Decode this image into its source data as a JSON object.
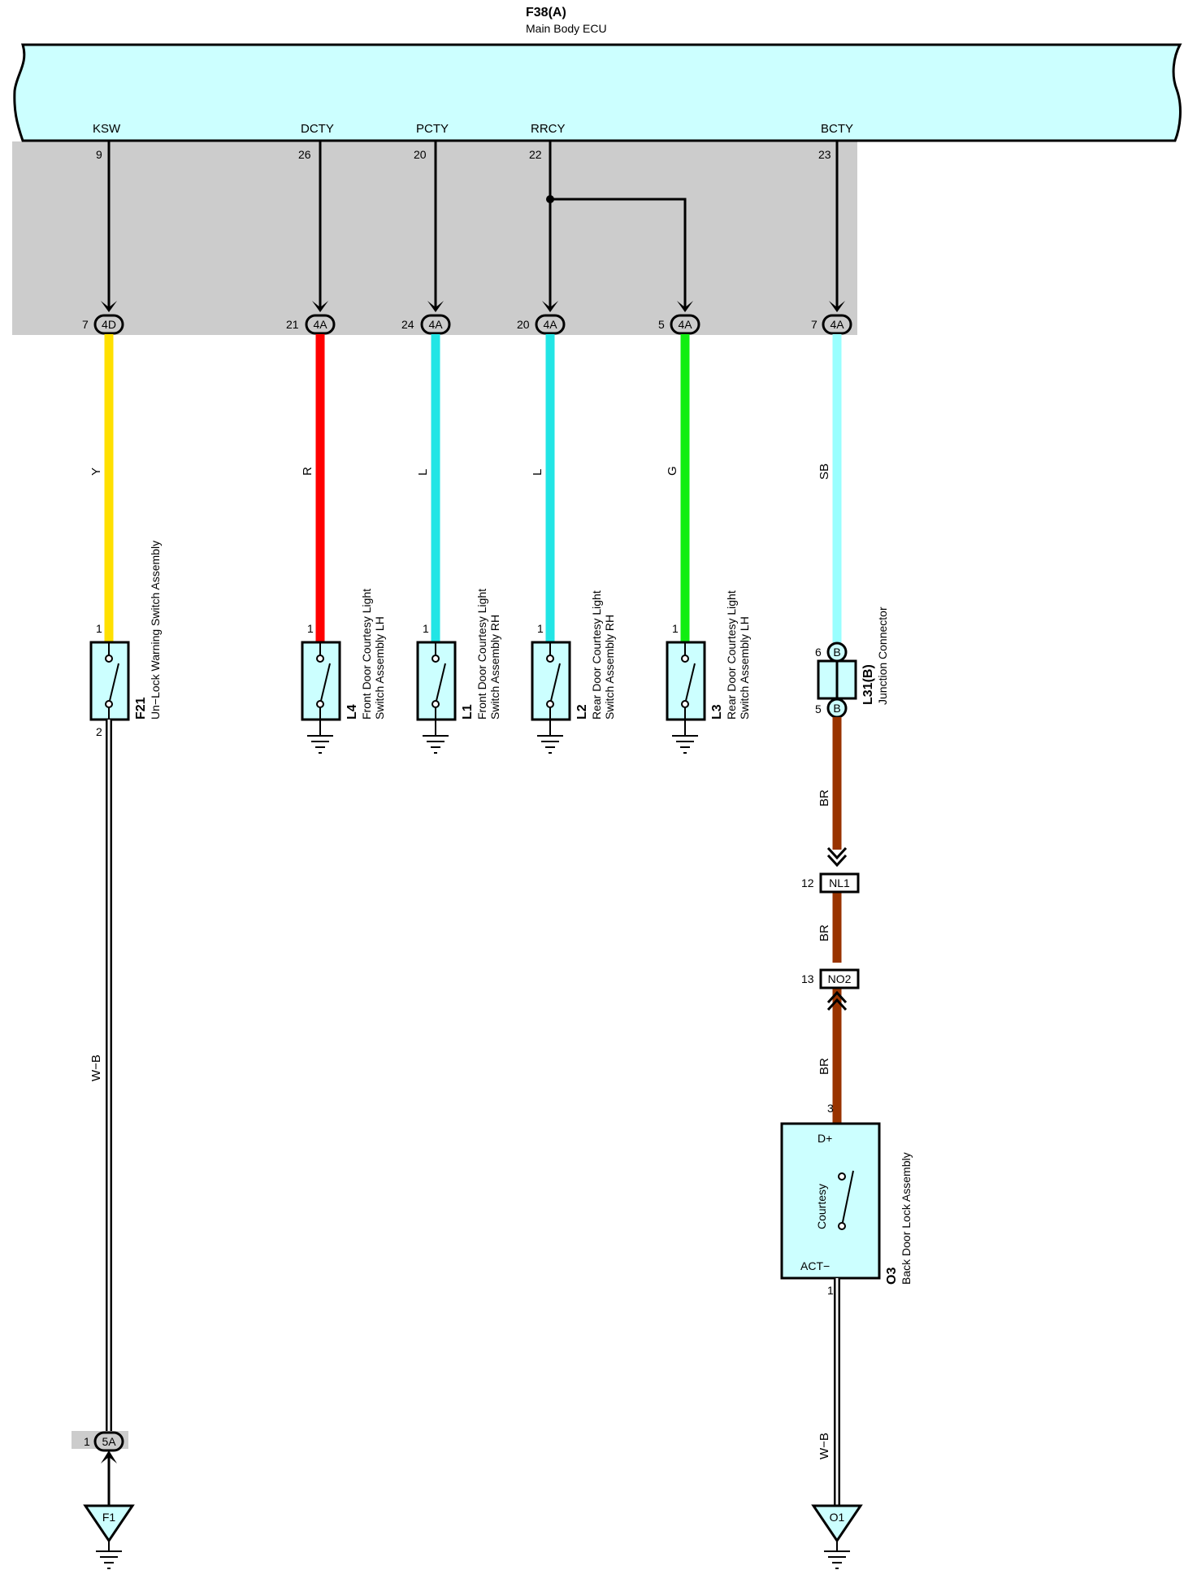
{
  "ecu": {
    "code": "F38(A)",
    "name": "Main Body ECU",
    "fill": "#ccffff"
  },
  "shade_color": "#cccccc",
  "pins": [
    {
      "signal": "KSW",
      "ecu_pin": "9",
      "conn_pin": "7",
      "conn": "4D",
      "wire": "Y",
      "color": "#ffe000"
    },
    {
      "signal": "DCTY",
      "ecu_pin": "26",
      "conn_pin": "21",
      "conn": "4A",
      "wire": "R",
      "color": "#ff0000"
    },
    {
      "signal": "PCTY",
      "ecu_pin": "20",
      "conn_pin": "24",
      "conn": "4A",
      "wire": "L",
      "color": "#22e5e5"
    },
    {
      "signal": "RRCY",
      "ecu_pin": "22",
      "conn_pin": "20",
      "conn": "4A",
      "wire": "L",
      "color": "#22e5e5"
    },
    {
      "signal": "",
      "ecu_pin": "",
      "conn_pin": "5",
      "conn": "4A",
      "wire": "G",
      "color": "#11ee11"
    },
    {
      "signal": "BCTY",
      "ecu_pin": "23",
      "conn_pin": "7",
      "conn": "4A",
      "wire": "SB",
      "color": "#99ffff"
    }
  ],
  "switches": [
    {
      "code": "F21",
      "pin_top": "1",
      "pin_bottom": "2",
      "line1": "Un−Lock Warning Switch Assembly",
      "line2": ""
    },
    {
      "code": "L4",
      "pin_top": "1",
      "line1": "Front Door Courtesy Light",
      "line2": "Switch Assembly LH"
    },
    {
      "code": "L1",
      "pin_top": "1",
      "line1": "Front Door Courtesy Light",
      "line2": "Switch Assembly RH"
    },
    {
      "code": "L2",
      "pin_top": "1",
      "line1": "Rear Door Courtesy Light",
      "line2": "Switch Assembly RH"
    },
    {
      "code": "L3",
      "pin_top": "1",
      "line1": "Rear Door Courtesy Light",
      "line2": "Switch Assembly LH"
    }
  ],
  "junction": {
    "code": "L31(B)",
    "name": "Junction Connector",
    "pin_top": "6",
    "pin_bottom": "5",
    "letter": "B"
  },
  "brown_wire": {
    "label": "BR",
    "color": "#993300"
  },
  "inline_connectors": [
    {
      "pin": "12",
      "name": "NL1"
    },
    {
      "pin": "13",
      "name": "NO2"
    }
  ],
  "back_door": {
    "code": "O3",
    "name": "Back Door Lock Assembly",
    "pin_top": "3",
    "pin_bottom": "1",
    "term_top": "D+",
    "term_bottom": "ACT−",
    "inner": "Courtesy"
  },
  "ground_wires": [
    {
      "label": "W−B",
      "conn_pin": "1",
      "conn": "5A",
      "ground": "F1"
    },
    {
      "label": "W−B",
      "ground": "O1"
    }
  ]
}
